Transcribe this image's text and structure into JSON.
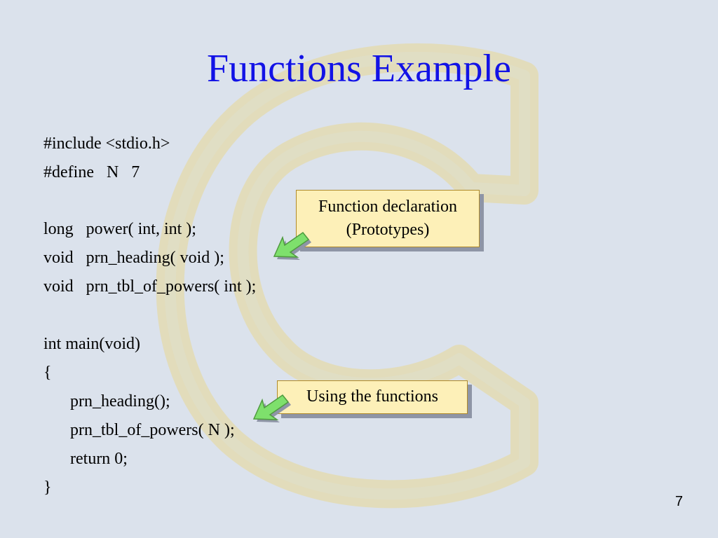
{
  "slide": {
    "title": "Functions Example",
    "page_number": "7",
    "background_color": "#dbe2ec",
    "title_color": "#1212e6",
    "watermark_icon": "c-letter-logo"
  },
  "code_lines": [
    "#include <stdio.h>",
    "#define   N   7",
    "long   power( int, int );",
    "void   prn_heading( void );",
    "void   prn_tbl_of_powers( int );",
    "int main(void)",
    "{",
    "prn_heading();",
    "prn_tbl_of_powers( N );",
    "return 0;",
    "}"
  ],
  "callouts": {
    "declaration": {
      "line1": "Function declaration",
      "line2": "(Prototypes)"
    },
    "usage": {
      "text": "Using the functions"
    },
    "fill_color": "#fdf0b8",
    "arrow_color": "#7ee06c",
    "arrow_icon": "green-pointer-arrow-icon"
  }
}
